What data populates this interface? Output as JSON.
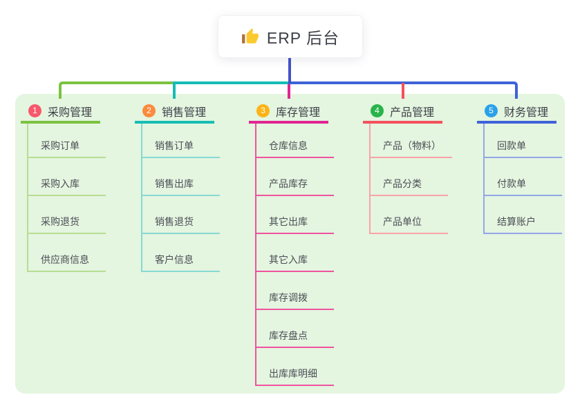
{
  "root": {
    "label": "ERP 后台",
    "icon": "thumbs-up-icon"
  },
  "colors": {
    "panel_bg": "#e4f5e0",
    "trunk": "#4253c9",
    "card_bg": "#ffffff",
    "title_text": "#3d3f47",
    "child_text": "#4b4d55",
    "thumb_hand": "#fbca30",
    "thumb_sleeve": "#b0703c"
  },
  "branches": [
    {
      "number": "1",
      "label": "采购管理",
      "circle_color": "#f7586b",
      "line_color": "#7cc240",
      "child_line_color": "#b7dd92",
      "children": [
        "采购订单",
        "采购入库",
        "采购退货",
        "供应商信息"
      ]
    },
    {
      "number": "2",
      "label": "销售管理",
      "circle_color": "#fb8b3e",
      "line_color": "#15bdb4",
      "child_line_color": "#86d9d2",
      "children": [
        "销售订单",
        "销售出库",
        "销售退货",
        "客户信息"
      ]
    },
    {
      "number": "3",
      "label": "库存管理",
      "circle_color": "#fcb315",
      "line_color": "#e02592",
      "child_line_color": "#f0539f",
      "children": [
        "仓库信息",
        "产品库存",
        "其它出库",
        "其它入库",
        "库存调拨",
        "库存盘点",
        "出库库明细"
      ]
    },
    {
      "number": "4",
      "label": "产品管理",
      "circle_color": "#28b44b",
      "line_color": "#f5505c",
      "child_line_color": "#f9a2a8",
      "children": [
        "产品（物料）",
        "产品分类",
        "产品单位"
      ]
    },
    {
      "number": "5",
      "label": "财务管理",
      "circle_color": "#2aa1e8",
      "line_color": "#3f62d8",
      "child_line_color": "#92a7e6",
      "children": [
        "回款单",
        "付款单",
        "结算账户"
      ]
    }
  ]
}
